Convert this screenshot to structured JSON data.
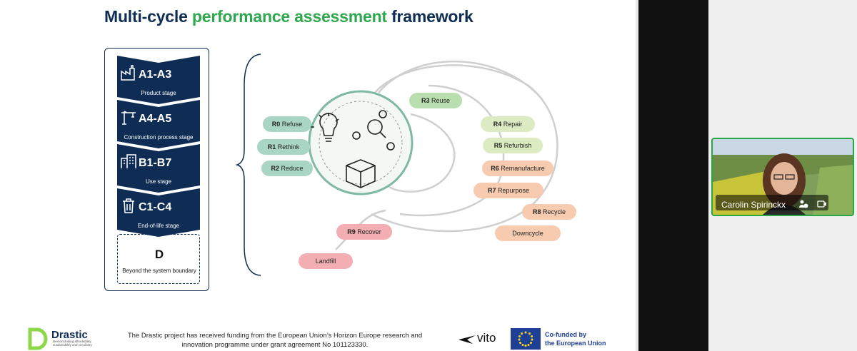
{
  "slide": {
    "title_part1": "Multi-cycle",
    "title_part2": "performance assessment",
    "title_part3": "framework",
    "stages": [
      {
        "code": "A1-A3",
        "caption": "Product stage",
        "icon": "factory-icon"
      },
      {
        "code": "A4-A5",
        "caption": "Construction process stage",
        "icon": "crane-icon"
      },
      {
        "code": "B1-B7",
        "caption": "Use stage",
        "icon": "building-icon"
      },
      {
        "code": "C1-C4",
        "caption": "End-of-life stage",
        "icon": "trash-icon"
      }
    ],
    "beyond": {
      "code": "D",
      "caption": "Beyond the system boundary"
    },
    "r_strategies": [
      {
        "code": "R0",
        "label": "Refuse"
      },
      {
        "code": "R1",
        "label": "Rethink"
      },
      {
        "code": "R2",
        "label": "Reduce"
      },
      {
        "code": "R3",
        "label": "Reuse"
      },
      {
        "code": "R4",
        "label": "Repair"
      },
      {
        "code": "R5",
        "label": "Refurbish"
      },
      {
        "code": "R6",
        "label": "Remanufacture"
      },
      {
        "code": "R7",
        "label": "Repurpose"
      },
      {
        "code": "R8",
        "label": "Recycle"
      },
      {
        "code": "",
        "label": "Downcycle"
      },
      {
        "code": "R9",
        "label": "Recover"
      },
      {
        "code": "",
        "label": "Landfill"
      }
    ],
    "footer": {
      "brand": "Drastic",
      "tagline": "Demonstrating affordability, sustainability and circularity",
      "funding_line1": "The Drastic project has received funding from the European Union’s Horizon Europe research and",
      "funding_line2": "innovation programme under grant agreement No 101123330.",
      "partner": "vito",
      "eu_line1": "Co-funded by",
      "eu_line2": "the European Union"
    }
  },
  "participant": {
    "name": "Carolin Spirinckx"
  },
  "colors": {
    "navy": "#0f2d54",
    "green_title": "#2ea84f",
    "teal_pill": "#a9d6c4",
    "green_pill": "#b9dfb0",
    "lime_pill": "#dcebc1",
    "peach_pill": "#f6cbb0",
    "pink_pill": "#f3aeb3",
    "tile_border": "#28a745"
  }
}
